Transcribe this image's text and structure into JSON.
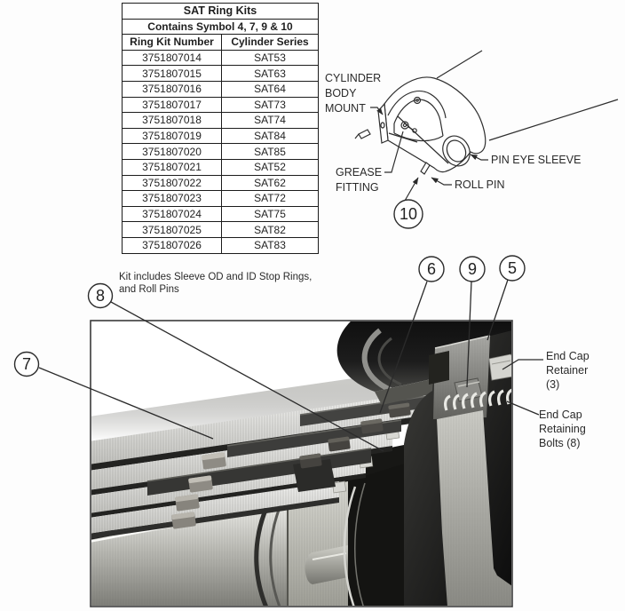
{
  "table": {
    "title": "SAT Ring Kits",
    "subtitle": "Contains Symbol 4, 7, 9 & 10",
    "col1": "Ring Kit Number",
    "col2": "Cylinder Series",
    "rows": [
      {
        "kit": "3751807014",
        "series": "SAT53"
      },
      {
        "kit": "3751807015",
        "series": "SAT63"
      },
      {
        "kit": "3751807016",
        "series": "SAT64"
      },
      {
        "kit": "3751807017",
        "series": "SAT73"
      },
      {
        "kit": "3751807018",
        "series": "SAT74"
      },
      {
        "kit": "3751807019",
        "series": "SAT84"
      },
      {
        "kit": "3751807020",
        "series": "SAT85"
      },
      {
        "kit": "3751807021",
        "series": "SAT52"
      },
      {
        "kit": "3751807022",
        "series": "SAT62"
      },
      {
        "kit": "3751807023",
        "series": "SAT72"
      },
      {
        "kit": "3751807024",
        "series": "SAT75"
      },
      {
        "kit": "3751807025",
        "series": "SAT82"
      },
      {
        "kit": "3751807026",
        "series": "SAT83"
      }
    ],
    "footnote1": "Kit includes Sleeve OD and ID Stop Rings,",
    "footnote2": "and Roll Pins"
  },
  "mount": {
    "label_cbm_1": "CYLINDER",
    "label_cbm_2": "BODY",
    "label_cbm_3": "MOUNT",
    "label_grease_1": "GREASE",
    "label_grease_2": "FITTING",
    "label_pin_eye": "PIN EYE SLEEVE",
    "label_roll_pin": "ROLL PIN",
    "callout_10": "10"
  },
  "cutaway": {
    "callout_5": "5",
    "callout_6": "6",
    "callout_7": "7",
    "callout_8": "8",
    "callout_9": "9",
    "retainer_1": "End Cap",
    "retainer_2": "Retainer",
    "retainer_3": "(3)",
    "bolts_1": "End Cap",
    "bolts_2": "Retaining",
    "bolts_3": "Bolts (8)"
  },
  "colors": {
    "ink": "#262626",
    "line": "#2b2b2b",
    "frame": "#3b3b3b"
  }
}
